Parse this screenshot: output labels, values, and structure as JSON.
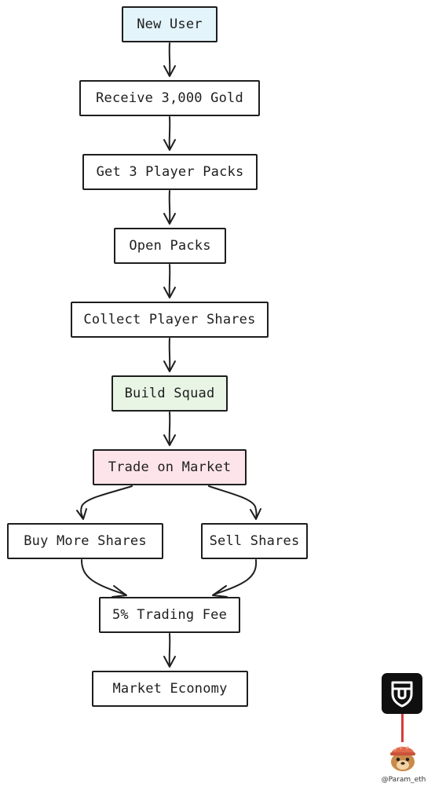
{
  "diagram": {
    "nodes": [
      {
        "id": "new_user",
        "label": "New User",
        "fill": "#e3f4fb"
      },
      {
        "id": "receive_gold",
        "label": "Receive 3,000 Gold"
      },
      {
        "id": "player_packs",
        "label": "Get 3 Player Packs"
      },
      {
        "id": "open_packs",
        "label": "Open Packs"
      },
      {
        "id": "collect_shares",
        "label": "Collect Player Shares"
      },
      {
        "id": "build_squad",
        "label": "Build Squad",
        "fill": "#e8f5e5"
      },
      {
        "id": "trade_market",
        "label": "Trade on Market",
        "fill": "#fde4ea"
      },
      {
        "id": "buy_more",
        "label": "Buy More Shares"
      },
      {
        "id": "sell_shares",
        "label": "Sell Shares"
      },
      {
        "id": "trading_fee",
        "label": "5% Trading Fee"
      },
      {
        "id": "market_economy",
        "label": "Market Economy"
      }
    ],
    "edges": [
      {
        "from": "new_user",
        "to": "receive_gold"
      },
      {
        "from": "receive_gold",
        "to": "player_packs"
      },
      {
        "from": "player_packs",
        "to": "open_packs"
      },
      {
        "from": "open_packs",
        "to": "collect_shares"
      },
      {
        "from": "collect_shares",
        "to": "build_squad"
      },
      {
        "from": "build_squad",
        "to": "trade_market"
      },
      {
        "from": "trade_market",
        "to": "buy_more"
      },
      {
        "from": "trade_market",
        "to": "sell_shares"
      },
      {
        "from": "buy_more",
        "to": "trading_fee"
      },
      {
        "from": "sell_shares",
        "to": "trading_fee"
      },
      {
        "from": "trading_fee",
        "to": "market_economy"
      }
    ]
  },
  "watermark": {
    "handle": "@Param_eth",
    "badge_icon": "shield-logo-icon",
    "avatar_icon": "dog-avatar-icon",
    "cord_color": "#d63a3a"
  }
}
